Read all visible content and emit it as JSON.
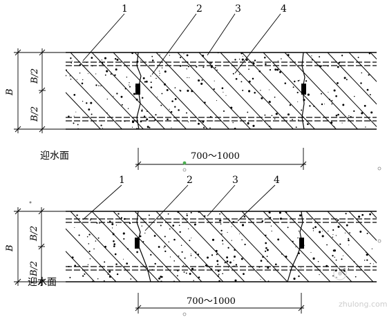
{
  "diagrams": [
    {
      "callouts": [
        "1",
        "2",
        "3",
        "4"
      ],
      "dim_b": "B",
      "dim_half_top": "B/2",
      "dim_half_bottom": "B/2",
      "water_face": "迎水面",
      "spacing": "700～1000"
    },
    {
      "callouts": [
        "1",
        "2",
        "3",
        "4"
      ],
      "dim_b": "B",
      "dim_half_top": "B/2",
      "dim_half_bottom": "B/2",
      "water_face": "迎水面",
      "spacing": "700～1000"
    }
  ],
  "watermark": "zhulong.com"
}
